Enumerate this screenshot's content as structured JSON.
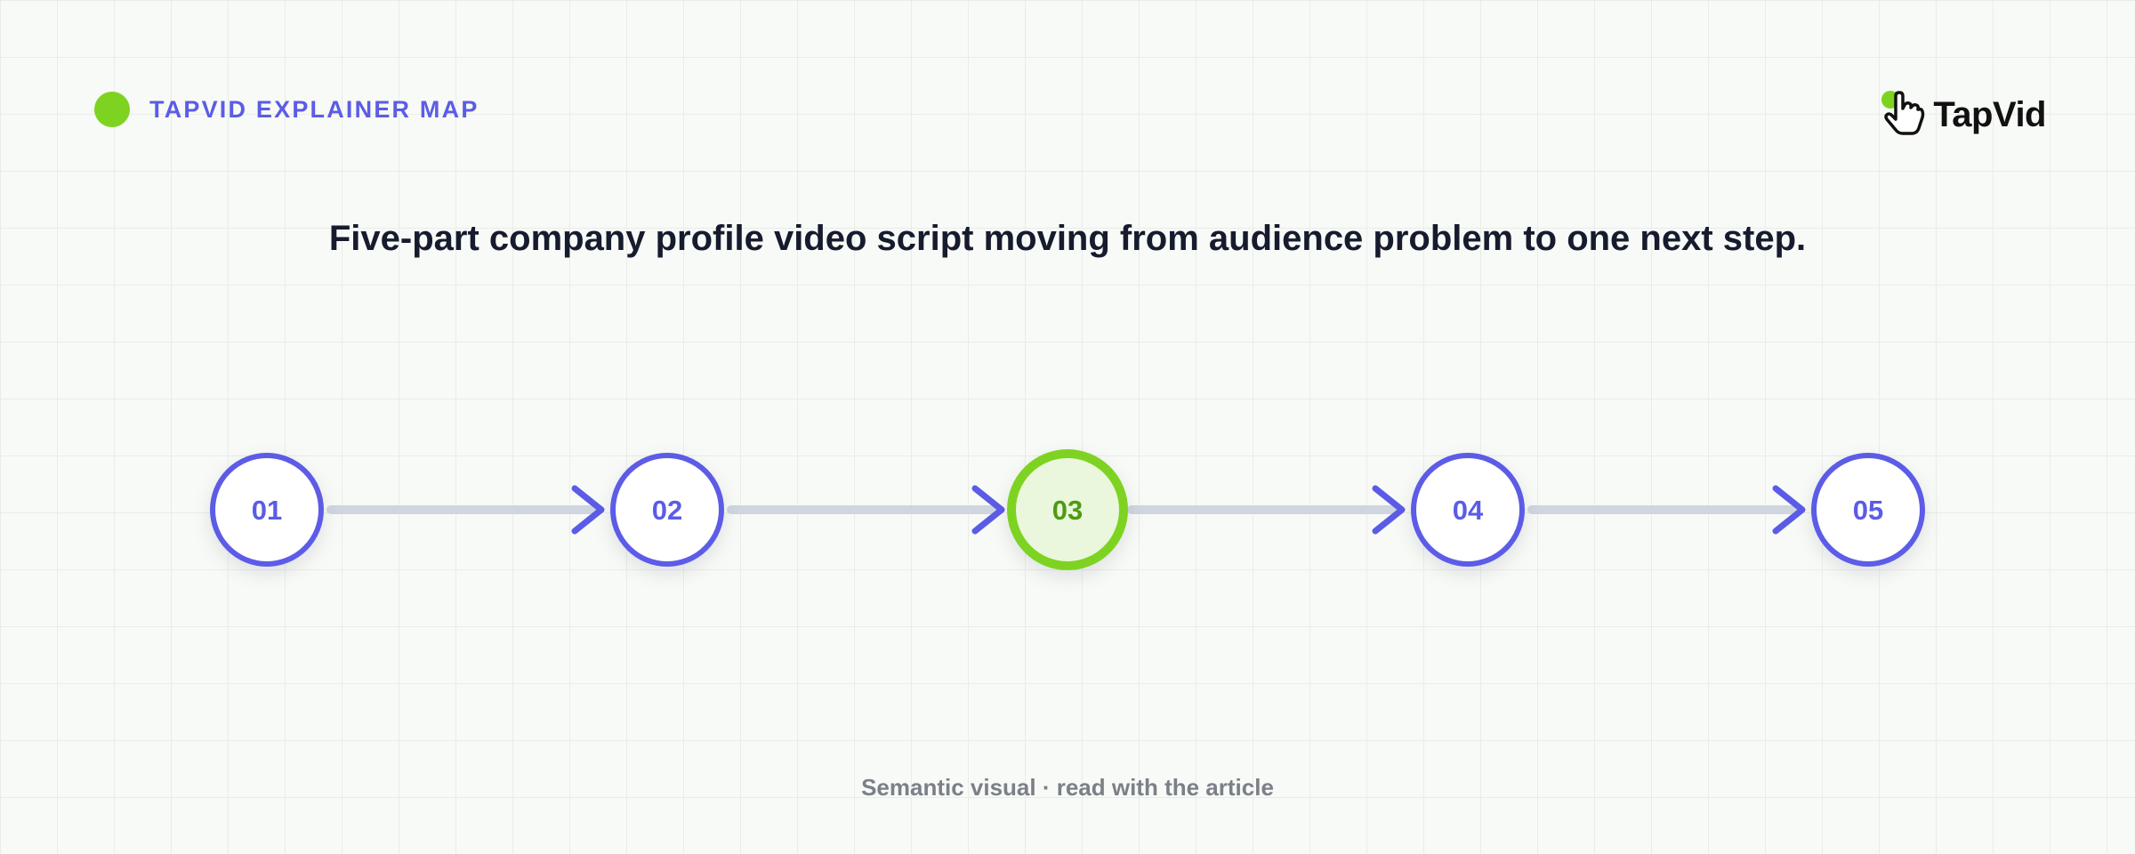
{
  "header": {
    "eyebrow": "TAPVID EXPLAINER MAP",
    "logo_text": "TapVid",
    "logo_icon": "pointer-hand-icon"
  },
  "headline": "Five-part company profile video script moving from audience problem to one next step.",
  "steps": [
    {
      "label": "01",
      "active": false
    },
    {
      "label": "02",
      "active": false
    },
    {
      "label": "03",
      "active": true
    },
    {
      "label": "04",
      "active": false
    },
    {
      "label": "05",
      "active": false
    }
  ],
  "footer": "Semantic visual · read with the article",
  "colors": {
    "accent": "#5b5ce6",
    "highlight": "#7ed321",
    "highlight_fill": "#eaf7dc",
    "highlight_text": "#4f9a12",
    "connector": "#cfd6df",
    "node_fill": "#ffffff"
  }
}
